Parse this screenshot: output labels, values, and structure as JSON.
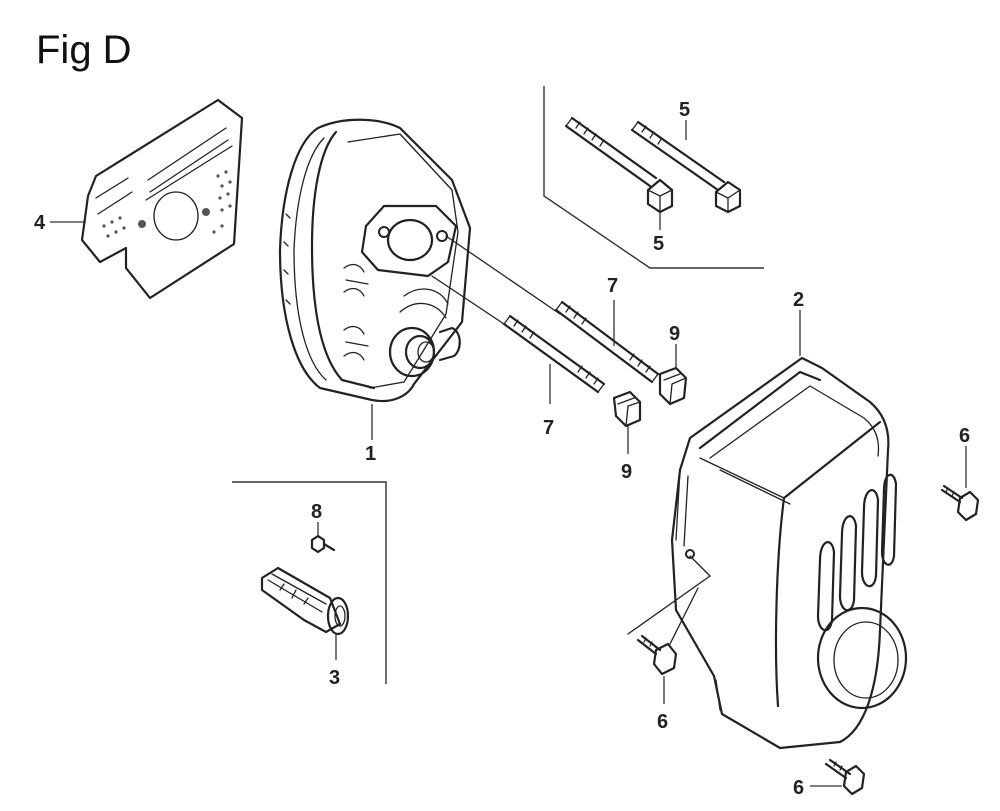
{
  "figure": {
    "title": "Fig D"
  },
  "callouts": {
    "muffler": "1",
    "muffler_protector": "2",
    "spark_arrester": "3",
    "gasket": "4",
    "bolt_upper": "5",
    "bolt_lower": "5",
    "protector_bolt_right": "6",
    "protector_bolt_left": "6",
    "protector_bolt_bottom": "6",
    "stud_upper": "7",
    "stud_lower": "7",
    "screw": "8",
    "nut_upper": "9",
    "nut_lower": "9"
  }
}
